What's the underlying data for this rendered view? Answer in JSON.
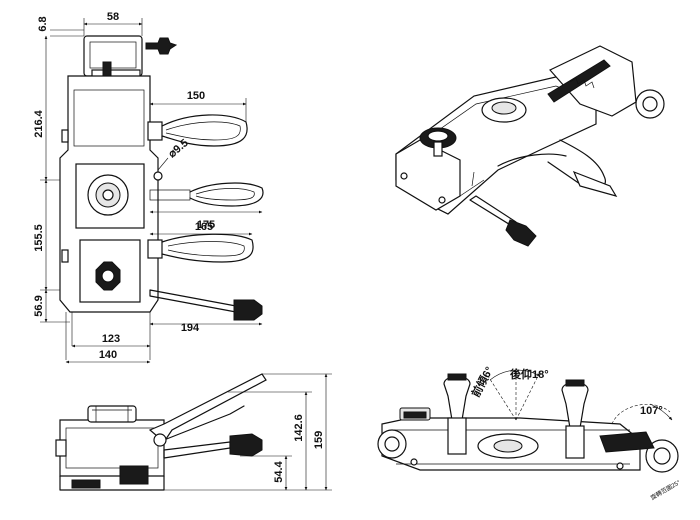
{
  "dimensions": {
    "top_offset": "6.8",
    "bracket_width": "58",
    "handle_reach": "150",
    "upper_height": "216.4",
    "hole_dia": "9.5",
    "mid_lever_reach": "175",
    "lower_lever_reach": "165",
    "mid_height": "155.5",
    "bottom_height": "56.9",
    "rod_reach": "194",
    "inner_width": "123",
    "outer_width": "140",
    "side_low": "54.4",
    "side_mid": "142.6",
    "side_total": "159"
  },
  "tilt_labels": {
    "forward": "前傾6°",
    "back": "後仰18°",
    "angle": "107°",
    "rotate_note": "旋轉范圍25°"
  },
  "colors": {
    "line": "#111111",
    "background": "#ffffff"
  }
}
